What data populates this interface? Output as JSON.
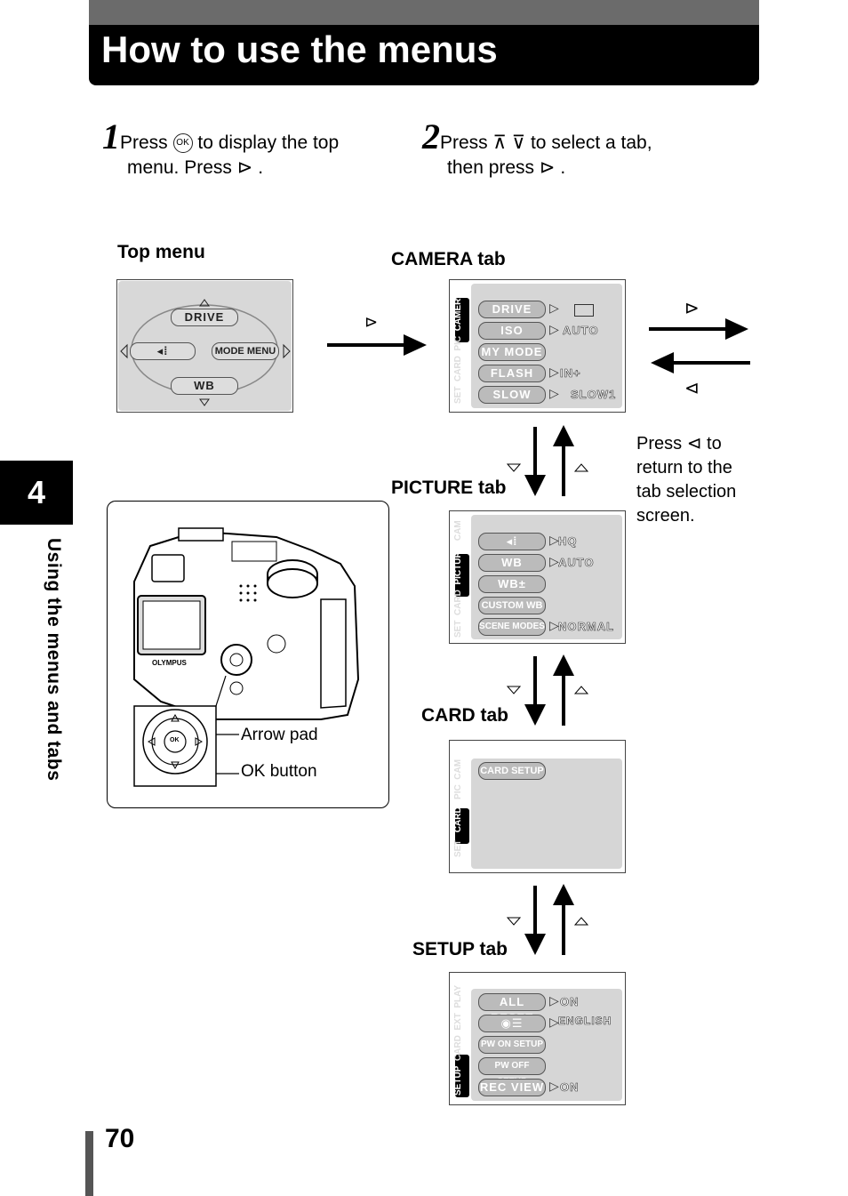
{
  "header": {
    "title": "How to use the menus"
  },
  "steps": [
    {
      "number": "1",
      "text_a": "Press",
      "text_b": "to display the top",
      "text_c": "menu. Press",
      "text_d": "."
    },
    {
      "number": "2",
      "text_a": "Press",
      "text_b": "to select a tab,",
      "text_c": "then press",
      "text_d": "."
    }
  ],
  "labels": {
    "top_menu": "Top menu",
    "camera_tab": "CAMERA tab",
    "picture_tab": "PICTURE tab",
    "card_tab": "CARD tab",
    "setup_tab": "SETUP tab"
  },
  "note": {
    "a": "Press",
    "b": "to",
    "c": "return to the",
    "d": "tab selection",
    "e": "screen."
  },
  "camera_callouts": {
    "arrow_pad": "Arrow pad",
    "ok_button": "OK button"
  },
  "top_menu_screen": {
    "up": "DRIVE",
    "right": "MODE  MENU",
    "down": "WB"
  },
  "camera_screen": {
    "side": [
      "CAMERA",
      "PIC",
      "CARD",
      "SET"
    ],
    "rows": [
      {
        "label": "DRIVE",
        "value": ""
      },
      {
        "label": "ISO",
        "value": "AUTO"
      },
      {
        "label": "MY  MODE",
        "value": ""
      },
      {
        "label": "FLASH",
        "value": "IN+"
      },
      {
        "label": "SLOW",
        "value": "SLOW1"
      }
    ]
  },
  "picture_screen": {
    "side": [
      "CAM",
      "PICTURE",
      "CARD",
      "SET"
    ],
    "rows": [
      {
        "label": "",
        "value": "HQ"
      },
      {
        "label": "WB",
        "value": "AUTO"
      },
      {
        "label": "WB±",
        "value": ""
      },
      {
        "label": "CUSTOM WB",
        "value": ""
      },
      {
        "label": "SCENE MODES",
        "value": "NORMAL"
      }
    ]
  },
  "card_screen": {
    "side": [
      "CAM",
      "PIC",
      "CARD",
      "SET"
    ],
    "rows": [
      {
        "label": "CARD SETUP",
        "value": ""
      }
    ]
  },
  "setup_screen": {
    "side": [
      "PLAY",
      "EXT",
      "CARD",
      "SETUP"
    ],
    "rows": [
      {
        "label": "ALL  RESET",
        "value": "ON"
      },
      {
        "label": "",
        "value": "ENGLISH"
      },
      {
        "label": "PW ON SETUP",
        "value": ""
      },
      {
        "label": "PW OFF SETUP",
        "value": ""
      },
      {
        "label": "REC  VIEW",
        "value": "ON"
      }
    ]
  },
  "section": {
    "number": "4",
    "title": "Using the menus and tabs"
  },
  "footer": {
    "page": "70"
  }
}
